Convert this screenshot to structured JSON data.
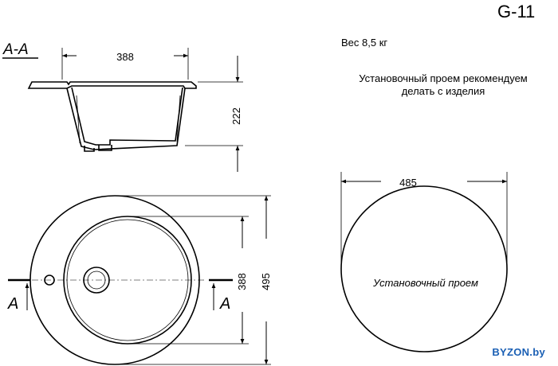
{
  "model": "G-11",
  "weight": "Вес 8,5 кг",
  "note_line1": "Установочный проем рекомендуем",
  "note_line2": "делать с изделия",
  "section_label": "A-A",
  "section_mark": "A",
  "dims": {
    "bowl_width": "388",
    "depth": "222",
    "inner_diameter": "388",
    "outer_diameter": "495",
    "cutout_diameter": "485"
  },
  "cutout_label": "Установочный проем",
  "watermark": "BYZON.by",
  "colors": {
    "line": "#000000",
    "watermark": "#1a5fb4"
  }
}
